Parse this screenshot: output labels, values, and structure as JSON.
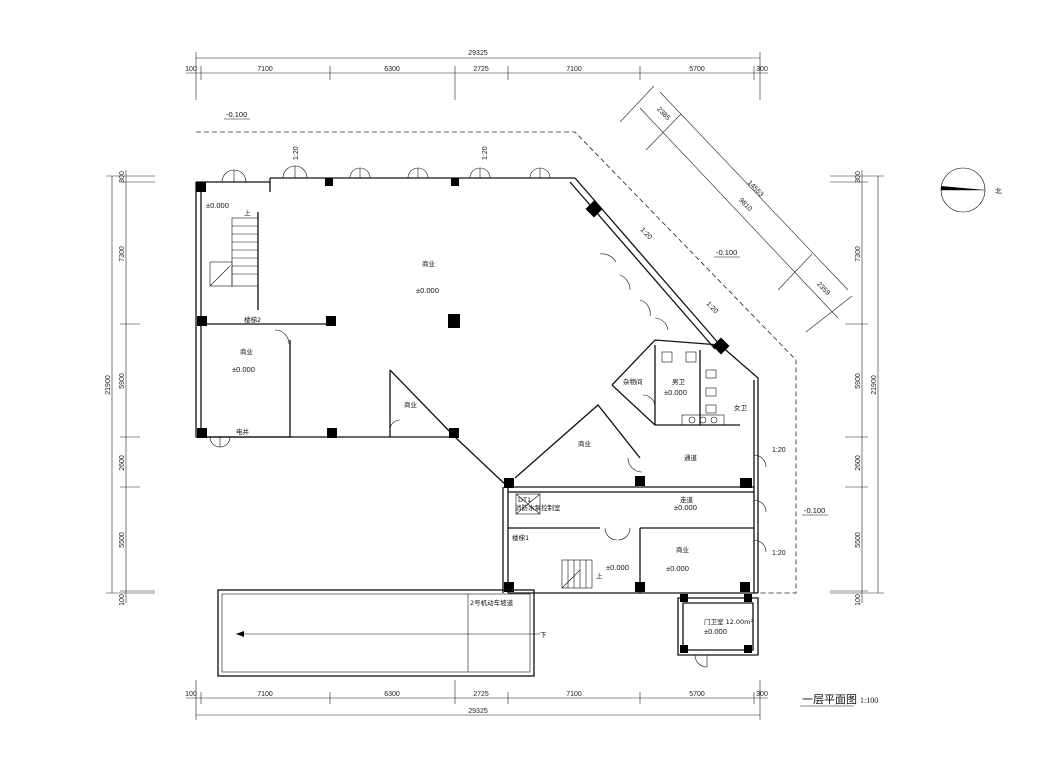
{
  "plan": {
    "title": "一层平面图",
    "scale": "1:100",
    "north_label": "北",
    "top_overall": "29325",
    "bottom_overall": "29325",
    "top_dims": [
      "100",
      "7100",
      "6300",
      "2725",
      "7100",
      "5700",
      "300"
    ],
    "bottom_dims": [
      "100",
      "7100",
      "6300",
      "2725",
      "7100",
      "5700",
      "300"
    ],
    "left_overall": "21900",
    "right_overall": "21900",
    "left_dims": [
      "300",
      "7300",
      "5900",
      "2600",
      "5500",
      "100"
    ],
    "right_dims": [
      "300",
      "7300",
      "5900",
      "2600",
      "5500",
      "100"
    ],
    "diagonal_dims": [
      "2385",
      "14553",
      "9810",
      "2359"
    ],
    "levels": {
      "outer_nw": "-0.100",
      "outer_ne": "-0.100",
      "outer_e": "-0.100",
      "stair2": "±0.000",
      "main_shop": "±0.000",
      "west_shop": "±0.000",
      "toilet": "±0.000",
      "corridor": "±0.000",
      "se_shop": "±0.000",
      "stair1": "±0.000",
      "guard": "±0.000"
    },
    "slopes": [
      "1:20",
      "1:20",
      "1:20",
      "1:20",
      "1:20",
      "1:20"
    ],
    "rooms": {
      "main_shop": "商业",
      "west_shop": "商业",
      "tri_shop": "商业",
      "mid_shop": "商业",
      "se_shop": "商业",
      "stair2": "楼梯2",
      "stair1": "楼梯1",
      "storage": "杂物间",
      "toilet_men": "男卫",
      "toilet_women": "女卫",
      "passage": "通道",
      "corridor": "走道",
      "elec": "电井",
      "fire_control": "消防水泵控制室",
      "fire_tag": "DT1",
      "guard": "门卫室 12.00m²",
      "ramp": "2号机动车坡道",
      "up": "上",
      "down": "下"
    }
  }
}
